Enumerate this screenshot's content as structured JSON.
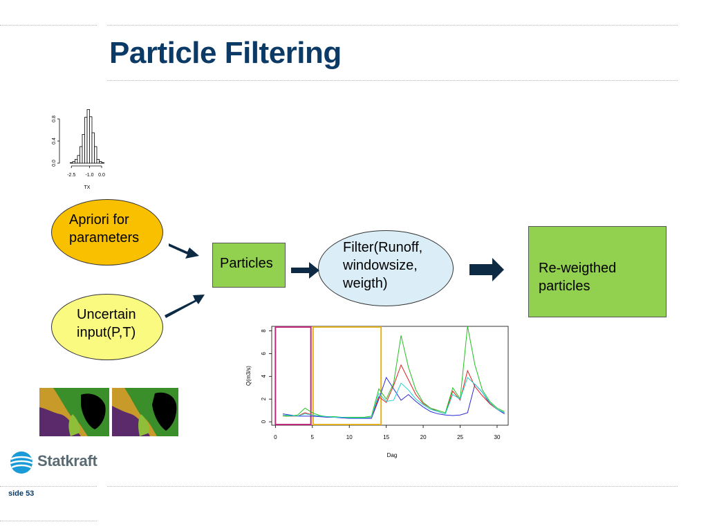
{
  "slide": {
    "title": "Particle Filtering",
    "page_label": "side 53",
    "brand": "Statkraft"
  },
  "diagram": {
    "apriori": "Apriori for\nparameters",
    "uncertain": "Uncertain\ninput(P,T)",
    "particles": "Particles",
    "filter": "Filter(Runoff,\nwindowsize,\nweigth)",
    "reweighted": "Re-weigthed\nparticles"
  },
  "colors": {
    "title": "#0b3a66",
    "apriori_fill": "#f9c000",
    "uncertain_fill": "#fafa80",
    "filter_fill": "#dbeef7",
    "box_fill": "#92d050",
    "arrow": "#0d2a45"
  },
  "chart_data": [
    {
      "type": "bar",
      "title": "",
      "xlabel": "TX",
      "ylabel": "",
      "x_ticks": [
        "-2.5",
        "-1.0",
        "0.0"
      ],
      "y_ticks": [
        "0.0",
        "0.4",
        "0.8"
      ],
      "xlim": [
        -3.2,
        0.8
      ],
      "ylim": [
        0,
        1.0
      ],
      "bin_width": 0.2,
      "bin_starts": [
        -2.6,
        -2.4,
        -2.2,
        -2.0,
        -1.8,
        -1.6,
        -1.4,
        -1.2,
        -1.0,
        -0.8,
        -0.6,
        -0.4,
        -0.2,
        0.0
      ],
      "values": [
        0.01,
        0.03,
        0.07,
        0.14,
        0.3,
        0.52,
        0.83,
        0.97,
        0.84,
        0.55,
        0.3,
        0.07,
        0.03,
        0.01
      ]
    },
    {
      "type": "line",
      "title": "",
      "xlabel": "Dag",
      "ylabel": "Q(m3/s)",
      "xlim": [
        -0.5,
        31.5
      ],
      "ylim": [
        -0.3,
        8.4
      ],
      "x_ticks": [
        "0",
        "5",
        "10",
        "15",
        "20",
        "25",
        "30"
      ],
      "y_ticks": [
        "0",
        "2",
        "4",
        "6",
        "8"
      ],
      "windows": [
        {
          "x0": 0,
          "x1": 4.8,
          "color": "#c0287a"
        },
        {
          "x0": 5.1,
          "x1": 14.3,
          "color": "#e3b21f"
        }
      ],
      "x": [
        1,
        2,
        3,
        4,
        5,
        6,
        7,
        8,
        9,
        10,
        11,
        12,
        13,
        14,
        15,
        16,
        17,
        18,
        19,
        20,
        21,
        22,
        23,
        24,
        25,
        26,
        27,
        28,
        29,
        30,
        31
      ],
      "series": [
        {
          "color": "#2a2ad8",
          "values": [
            0.7,
            0.6,
            0.5,
            0.5,
            0.5,
            0.45,
            0.4,
            0.4,
            0.35,
            0.3,
            0.3,
            0.3,
            0.3,
            2.0,
            3.9,
            2.9,
            1.9,
            2.4,
            1.8,
            1.3,
            0.9,
            0.7,
            0.6,
            0.55,
            0.6,
            0.8,
            3.3,
            2.6,
            1.6,
            1.1,
            0.7
          ]
        },
        {
          "color": "#e02020",
          "values": [
            0.6,
            0.5,
            0.5,
            0.8,
            0.6,
            0.5,
            0.45,
            0.4,
            0.4,
            0.35,
            0.35,
            0.35,
            0.4,
            2.2,
            1.7,
            3.2,
            5.0,
            3.7,
            2.4,
            1.6,
            1.2,
            0.9,
            0.7,
            2.7,
            1.9,
            4.5,
            3.1,
            2.3,
            1.6,
            1.1,
            0.8
          ]
        },
        {
          "color": "#20c020",
          "values": [
            0.5,
            0.5,
            0.6,
            1.2,
            0.8,
            0.55,
            0.45,
            0.45,
            0.4,
            0.4,
            0.4,
            0.4,
            0.5,
            2.9,
            2.0,
            3.4,
            7.6,
            4.8,
            2.8,
            1.7,
            1.2,
            1.0,
            0.8,
            3.0,
            2.0,
            8.4,
            5.0,
            2.8,
            1.8,
            1.2,
            0.9
          ]
        },
        {
          "color": "#20d0d0",
          "values": [
            0.6,
            0.55,
            0.5,
            0.7,
            0.6,
            0.5,
            0.45,
            0.4,
            0.4,
            0.35,
            0.35,
            0.35,
            0.4,
            2.5,
            1.8,
            1.9,
            3.4,
            2.8,
            2.0,
            1.5,
            1.1,
            0.9,
            0.7,
            2.4,
            2.0,
            3.9,
            3.3,
            2.6,
            1.7,
            1.1,
            0.8
          ]
        }
      ]
    }
  ]
}
